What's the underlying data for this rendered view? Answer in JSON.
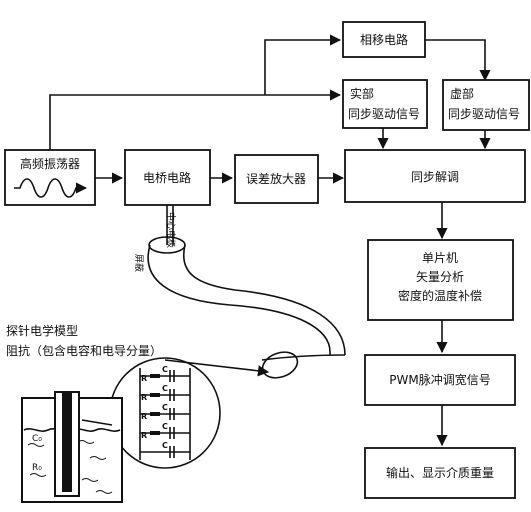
{
  "blocks": {
    "phase_shift": "相移电路",
    "real_part": [
      "实部",
      "同步驱动信号"
    ],
    "imag_part": [
      "虚部",
      "同步驱动信号"
    ],
    "oscillator": "高频振荡器",
    "bridge": "电桥电路",
    "error_amp": "误差放大器",
    "sync_demod": "同步解调",
    "mcu": [
      "单片机",
      "矢量分析",
      "密度的温度补偿"
    ],
    "pwm": "PWM脉冲调宽信号",
    "output": "输出、显示介质重量"
  },
  "cable": {
    "core": "中心电极",
    "shield": "屏蔽"
  },
  "probe": {
    "title": "探针电学模型",
    "subtitle": "阻抗（包含电容和电导分量）",
    "resistor": "R",
    "capacitor": "C",
    "label_left": "C₀",
    "label_bottom": "R₀"
  }
}
